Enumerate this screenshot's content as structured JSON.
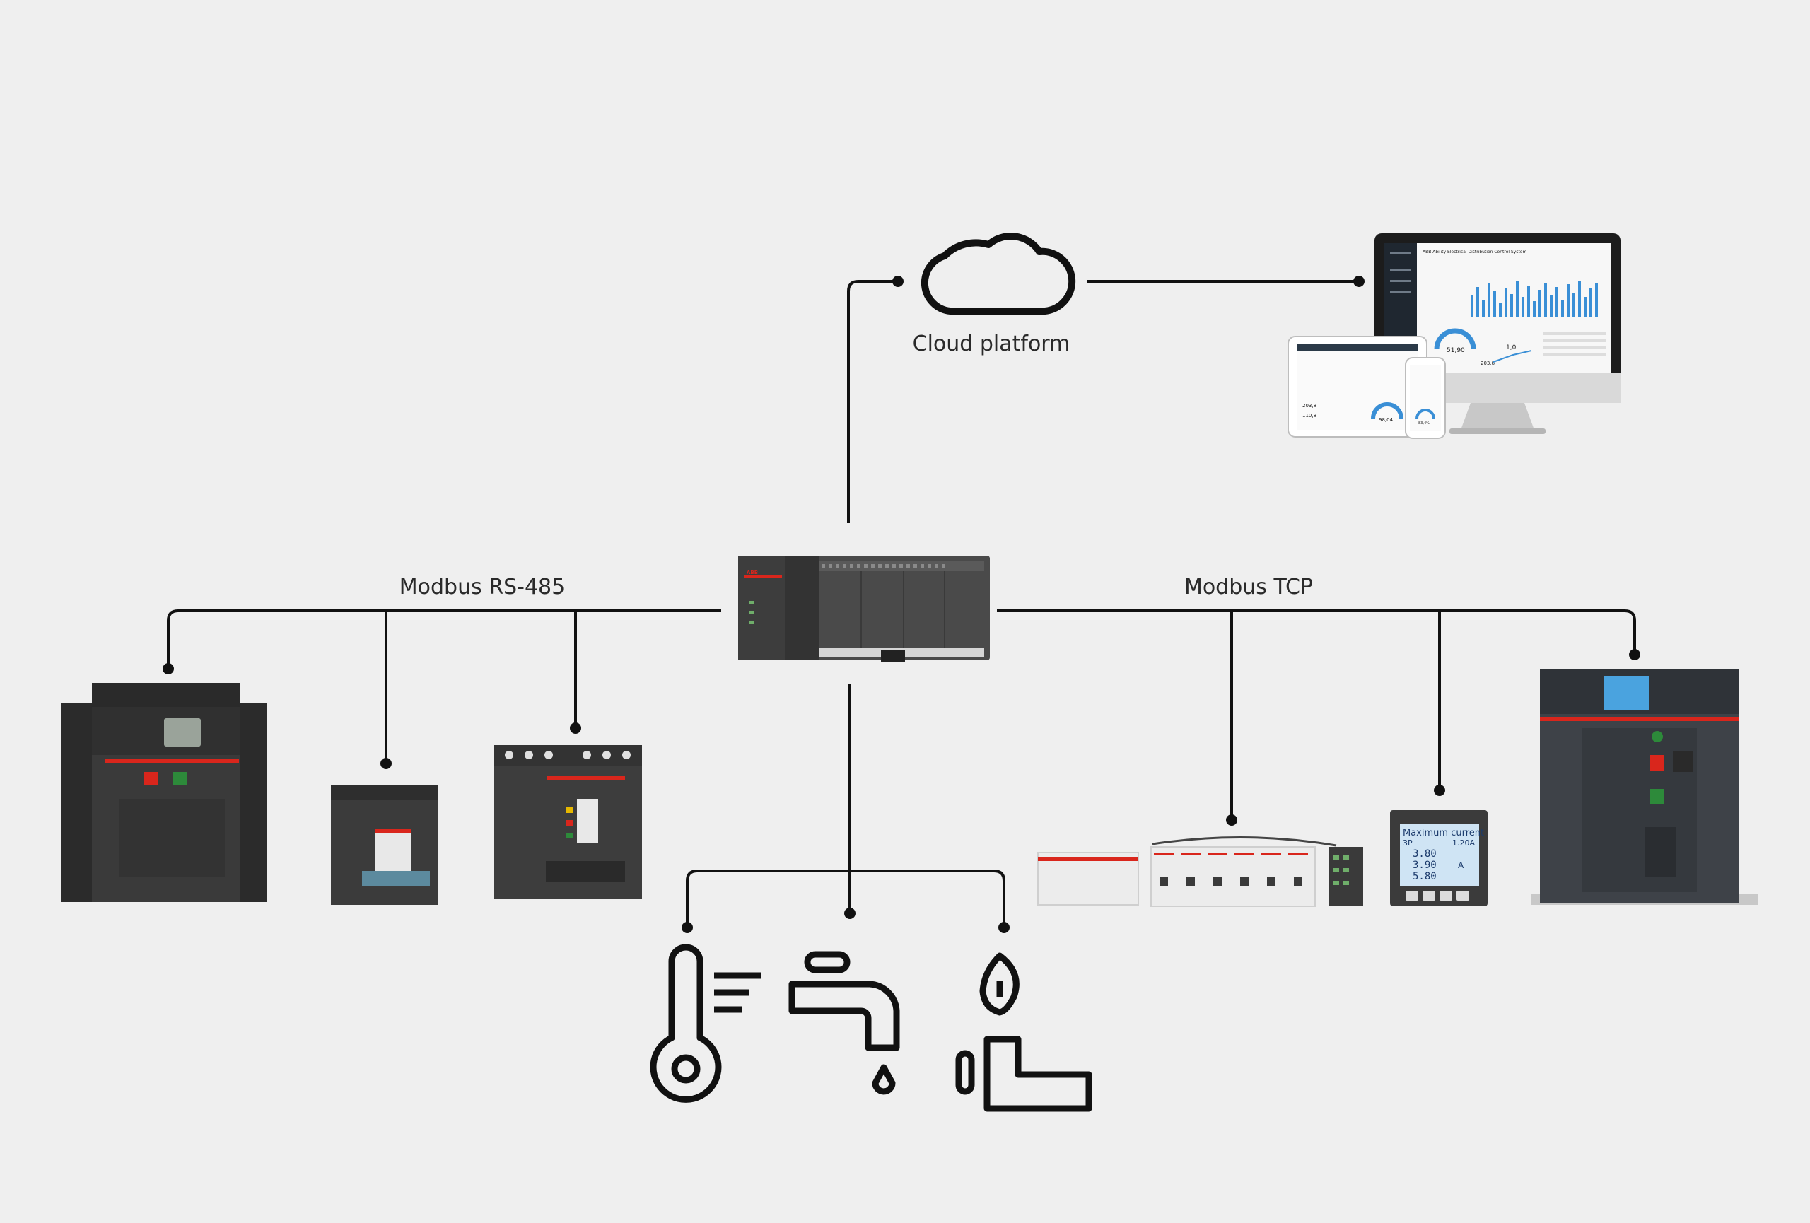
{
  "labels": {
    "cloud": "Cloud platform",
    "rs485": "Modbus RS-485",
    "tcp": "Modbus TCP"
  },
  "devices": {
    "monitor_screen": {
      "app_title": "ABB Ability Electrical Distribution Control System",
      "big_value": "51,90",
      "small_value": "1,0",
      "sub_value": "203,8"
    },
    "tablet_screen": {
      "value_a": "203,8",
      "value_b": "110,8",
      "gauge": "98,04"
    },
    "phone_screen": {
      "gauge": "83,4%"
    },
    "meter_screen": {
      "title": "Maximum current",
      "phase": "3P",
      "top_reading": "1.20A",
      "rows": [
        "3.80",
        "3.90",
        "5.80"
      ],
      "unit": "A"
    },
    "brand": "ABB"
  },
  "colors": {
    "background": "#efefef",
    "line": "#111111",
    "device_dark": "#3a3a3a",
    "brand_red": "#d9261c",
    "gauge_blue": "#3a8fd6"
  },
  "icons": [
    "cloud-icon",
    "thermometer-icon",
    "water-tap-icon",
    "gas-pipe-icon"
  ]
}
